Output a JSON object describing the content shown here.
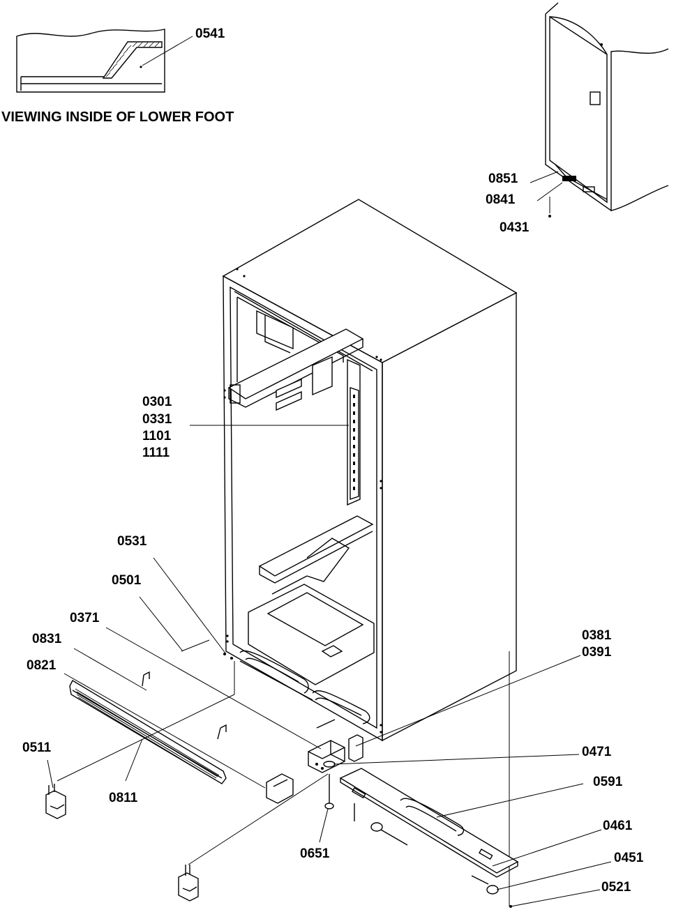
{
  "caption": "VIEWING INSIDE OF LOWER FOOT",
  "callouts": {
    "c0541": "0541",
    "c0851": "0851",
    "c0841": "0841",
    "c0431": "0431",
    "c0301": "0301",
    "c0331": "0331",
    "c1101": "1101",
    "c1111": "1111",
    "c0531": "0531",
    "c0501": "0501",
    "c0371": "0371",
    "c0831": "0831",
    "c0821": "0821",
    "c0381": "0381",
    "c0391": "0391",
    "c0471": "0471",
    "c0511": "0511",
    "c0811": "0811",
    "c0591": "0591",
    "c0461": "0461",
    "c0651": "0651",
    "c0451": "0451",
    "c0521": "0521"
  }
}
